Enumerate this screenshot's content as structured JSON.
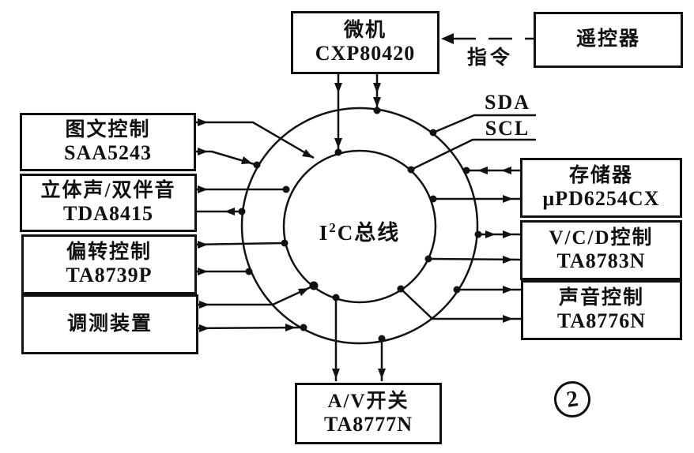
{
  "diagram": {
    "bus": {
      "label_prefix": "I",
      "label_sup": "2",
      "label_suffix": "C总线",
      "sda_label": "SDA",
      "scl_label": "SCL"
    },
    "command_label": "指令",
    "figure_number": "2",
    "nodes": {
      "micro": {
        "line1": "微机",
        "line2": "CXP80420"
      },
      "remote": {
        "line1": "遥控器"
      },
      "teletext": {
        "line1": "图文控制",
        "line2": "SAA5243"
      },
      "stereo": {
        "line1": "立体声/双伴音",
        "line2": "TDA8415"
      },
      "deflection": {
        "line1": "偏转控制",
        "line2": "TA8739P"
      },
      "tuning": {
        "line1": "调测装置"
      },
      "memory": {
        "line1": "存储器",
        "line2": "μPD6254CX"
      },
      "vcd": {
        "line1": "V/C/D控制",
        "line2": "TA8783N"
      },
      "sound": {
        "line1": "声音控制",
        "line2": "TA8776N"
      },
      "av_switch": {
        "line1": "A/V开关",
        "line2": "TA8777N"
      }
    },
    "colors": {
      "ink": "#111111",
      "paper": "#ffffff"
    }
  }
}
